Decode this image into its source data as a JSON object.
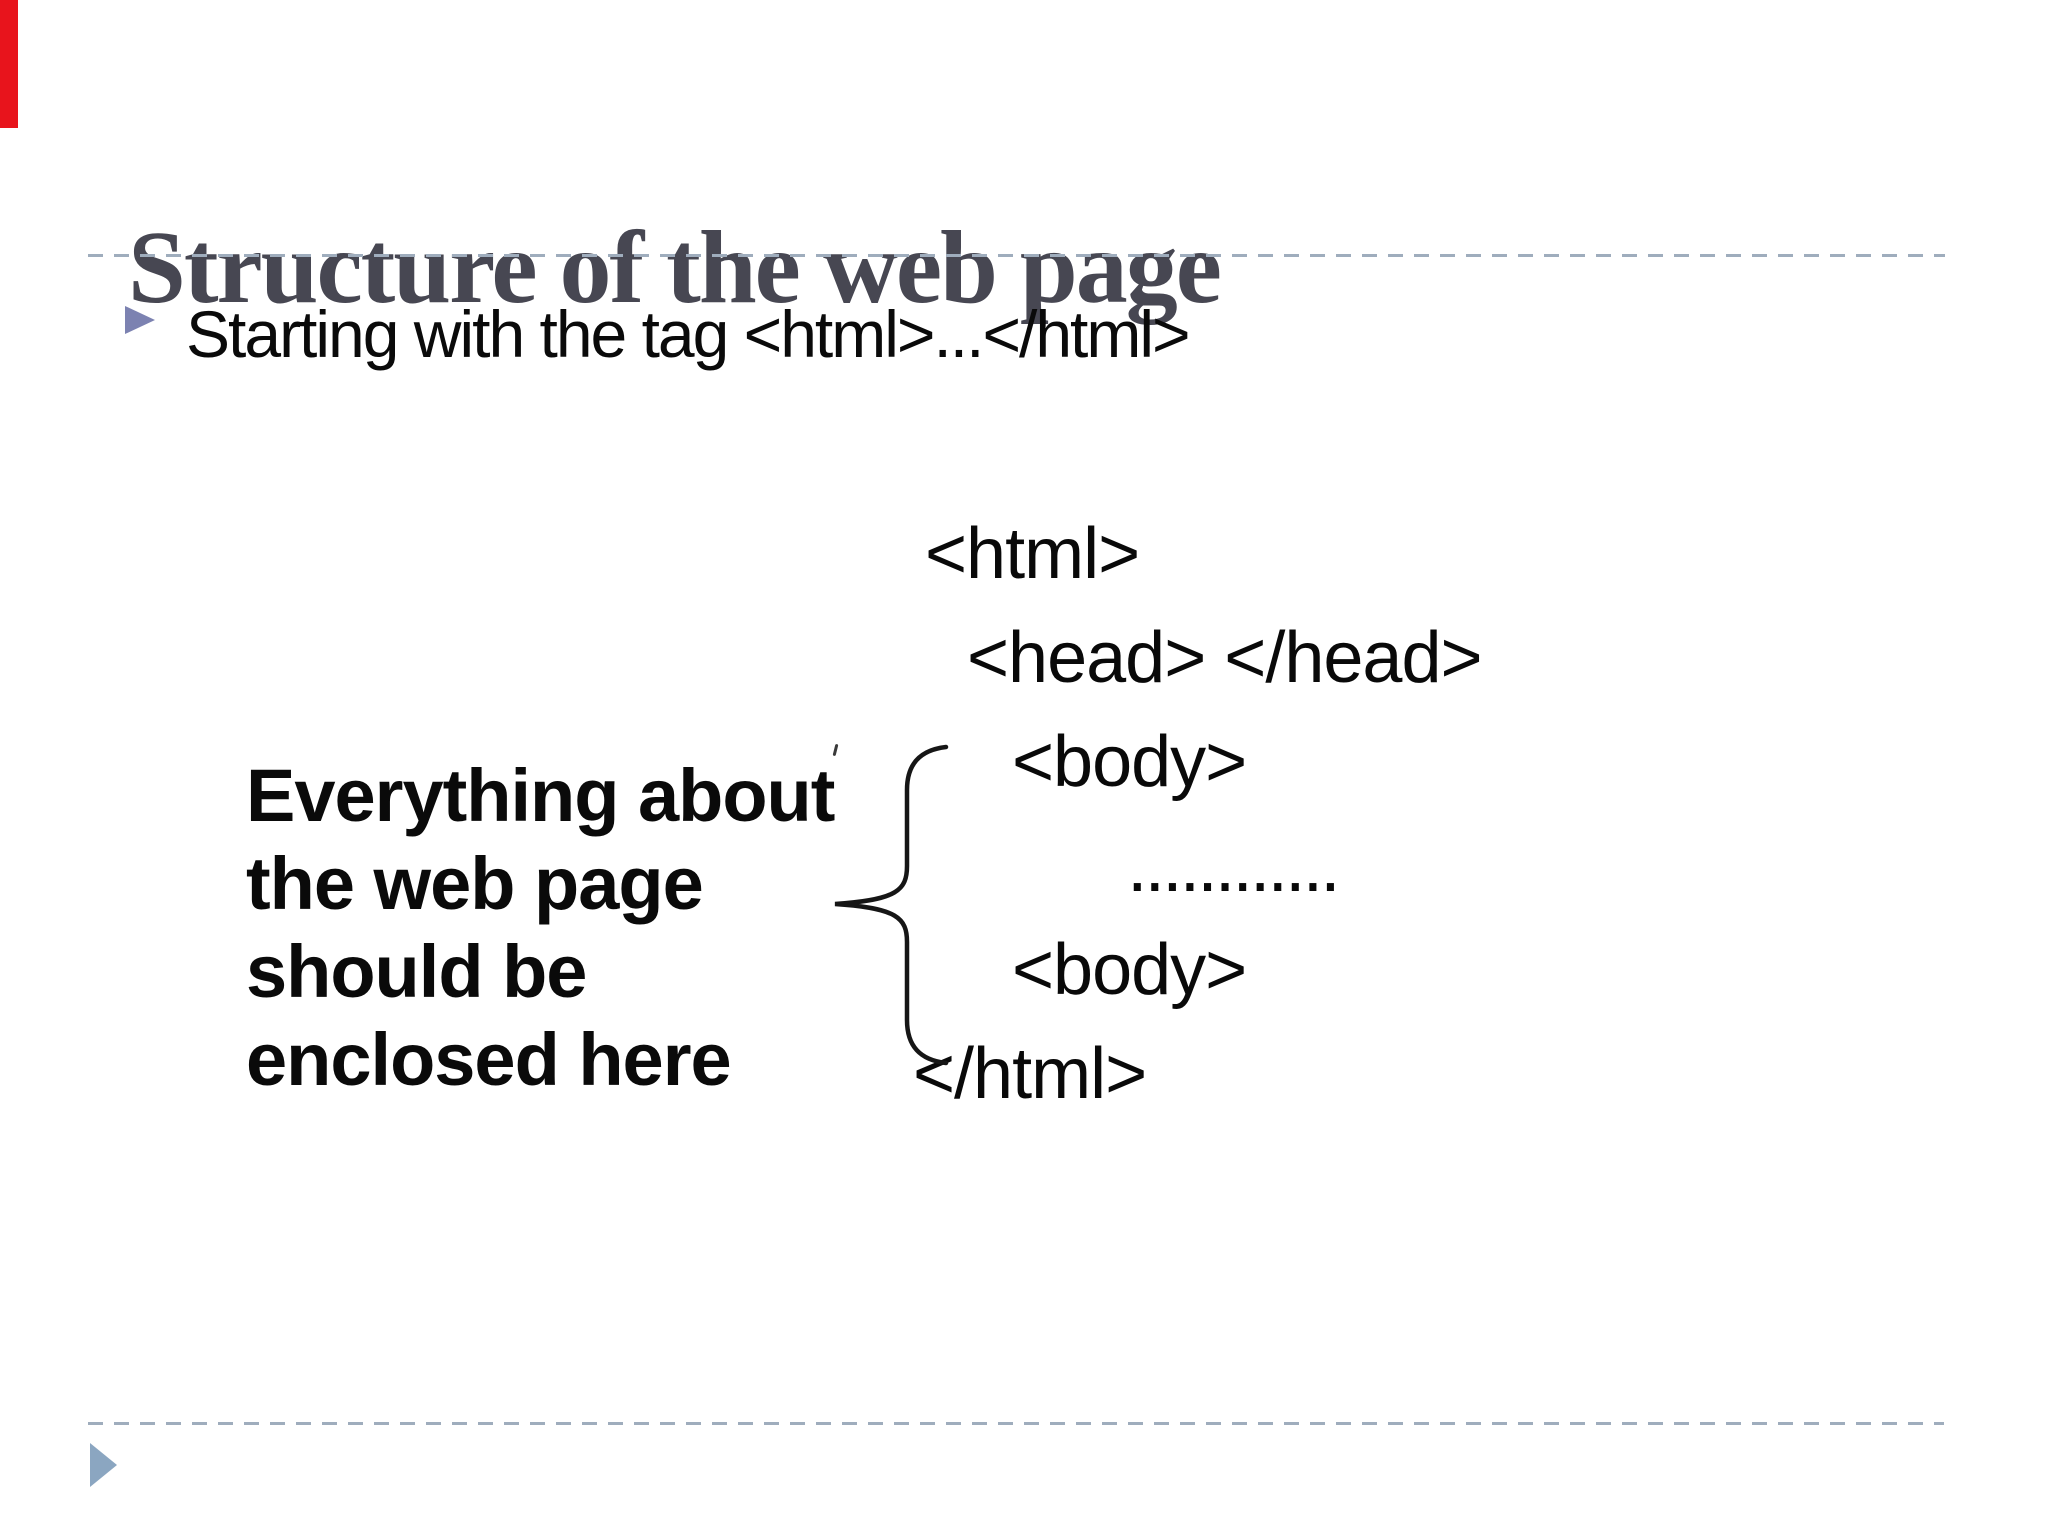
{
  "slide": {
    "title": "Structure of the web page",
    "title_color": "#474752",
    "accent_bar_color": "#e8141c",
    "bullet": {
      "marker_icon": "right-triangle",
      "marker_color": "#7c82b1",
      "text": "Starting with the tag <html>...</html>"
    },
    "code": {
      "lines": [
        "<html>",
        "<head> </head>",
        "<body>",
        "............",
        "<body>",
        "</html>"
      ]
    },
    "annotation": {
      "line1": "Everything about",
      "line2": "the web page",
      "line3": "should be",
      "line4": "enclosed here"
    },
    "brace_icon": "left-curly-brace",
    "divider_style": "dashed",
    "divider_color": "#9fadbd",
    "footer_marker_icon": "right-triangle",
    "footer_marker_color": "#8ba6c1",
    "text_color": "#0a0a0a"
  }
}
